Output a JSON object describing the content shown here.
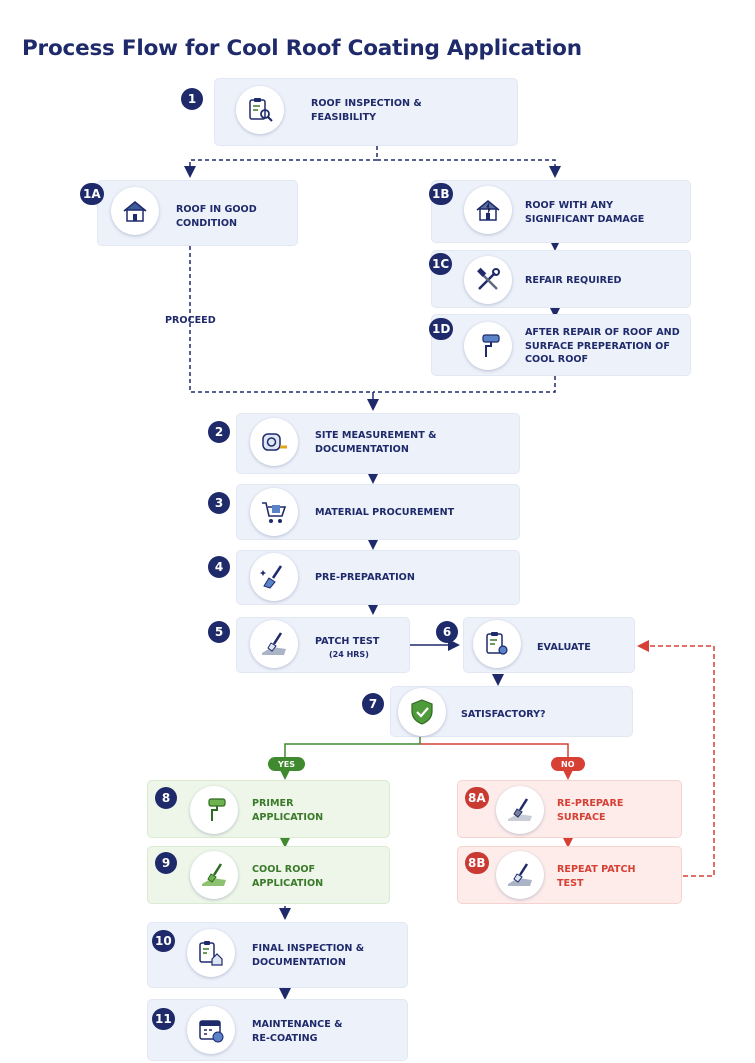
{
  "title": "Process Flow for Cool Roof Coating Application",
  "steps": {
    "s1": {
      "num": "1",
      "label": "ROOF INSPECTION & FEASIBILITY"
    },
    "s1a": {
      "num": "1A",
      "label": "ROOF IN GOOD CONDITION"
    },
    "s1b": {
      "num": "1B",
      "label": "ROOF WITH ANY SIGNIFICANT DAMAGE"
    },
    "s1c": {
      "num": "1C",
      "label": "REFAIR REQUIRED"
    },
    "s1d": {
      "num": "1D",
      "label": "AFTER REPAIR OF ROOF AND SURFACE PREPERATION OF COOL ROOF"
    },
    "s2": {
      "num": "2",
      "label": "SITE MEASUREMENT & DOCUMENTATION"
    },
    "s3": {
      "num": "3",
      "label": "MATERIAL PROCUREMENT"
    },
    "s4": {
      "num": "4",
      "label": "PRE-PREPARATION"
    },
    "s5": {
      "num": "5",
      "label": "PATCH TEST",
      "sublabel": "(24 HRS)"
    },
    "s6": {
      "num": "6",
      "label": "EVALUATE"
    },
    "s7": {
      "num": "7",
      "label": "SATISFACTORY?"
    },
    "s8": {
      "num": "8",
      "label": "PRIMER APPLICATION"
    },
    "s9": {
      "num": "9",
      "label": "COOL ROOF APPLICATION"
    },
    "s8a": {
      "num": "8A",
      "label": "RE-PREPARE SURFACE"
    },
    "s8b": {
      "num": "8B",
      "label": "REPEAT PATCH TEST"
    },
    "s10": {
      "num": "10",
      "label": "FINAL INSPECTION & DOCUMENTATION"
    },
    "s11": {
      "num": "11",
      "label": "MAINTENANCE & RE-COATING"
    }
  },
  "proceed_label": "PROCEED",
  "yes_label": "YES",
  "no_label": "NO",
  "colors": {
    "navy": "#1f2a6b",
    "green": "#3f8a2e",
    "red": "#d64035"
  }
}
